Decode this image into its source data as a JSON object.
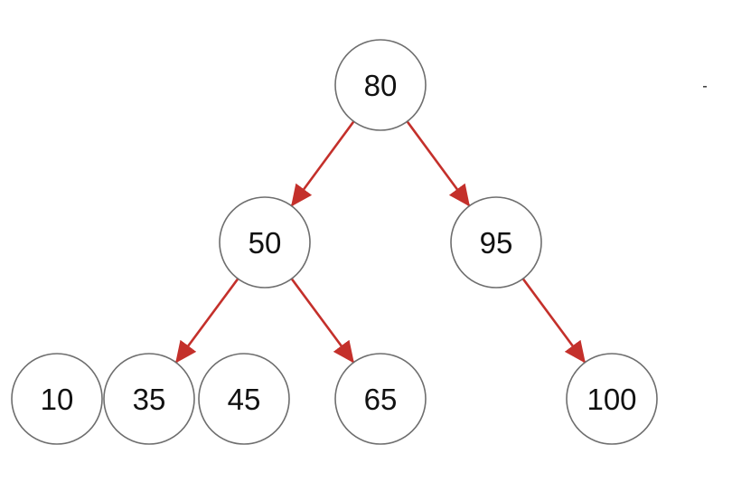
{
  "diagram": {
    "type": "tree",
    "edge_color": "#c4302b",
    "node_stroke_color": "#6e6e6e",
    "nodes": [
      {
        "id": "n80",
        "label": "80"
      },
      {
        "id": "n50",
        "label": "50"
      },
      {
        "id": "n95",
        "label": "95"
      },
      {
        "id": "n10",
        "label": "10"
      },
      {
        "id": "n35",
        "label": "35"
      },
      {
        "id": "n45",
        "label": "45"
      },
      {
        "id": "n65",
        "label": "65"
      },
      {
        "id": "n100",
        "label": "100"
      }
    ],
    "edges": [
      {
        "from": "n80",
        "to": "n50"
      },
      {
        "from": "n80",
        "to": "n95"
      },
      {
        "from": "n50",
        "to": "n35"
      },
      {
        "from": "n50",
        "to": "n65"
      },
      {
        "from": "n95",
        "to": "n100"
      }
    ]
  }
}
